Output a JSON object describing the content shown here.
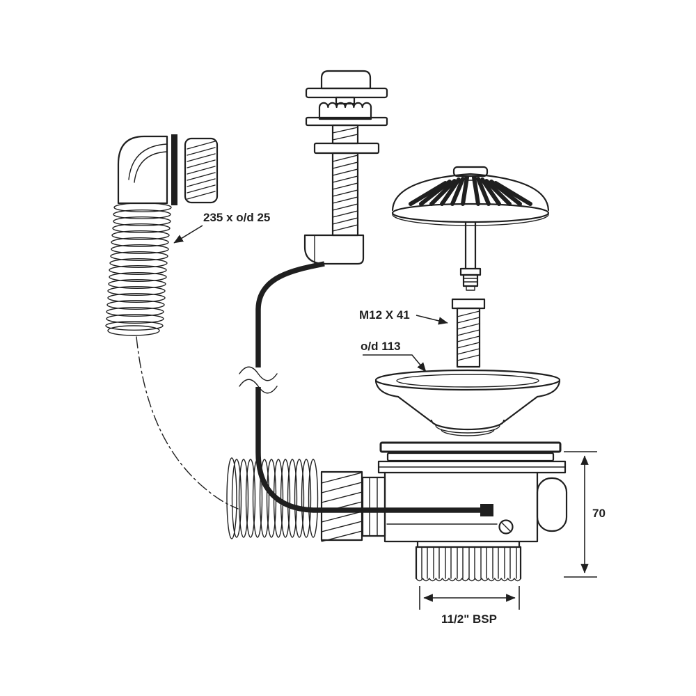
{
  "diagram": {
    "colors": {
      "line": "#1f1f1f",
      "background": "#ffffff"
    },
    "labels": {
      "overflow_hose_dim": "235 x o/d 25",
      "fixing_bolt_dim": "M12 X 41",
      "flange_od_dim": "o/d 113",
      "body_height_dim": "70",
      "outlet_thread_dim": "11/2\" BSP"
    }
  }
}
